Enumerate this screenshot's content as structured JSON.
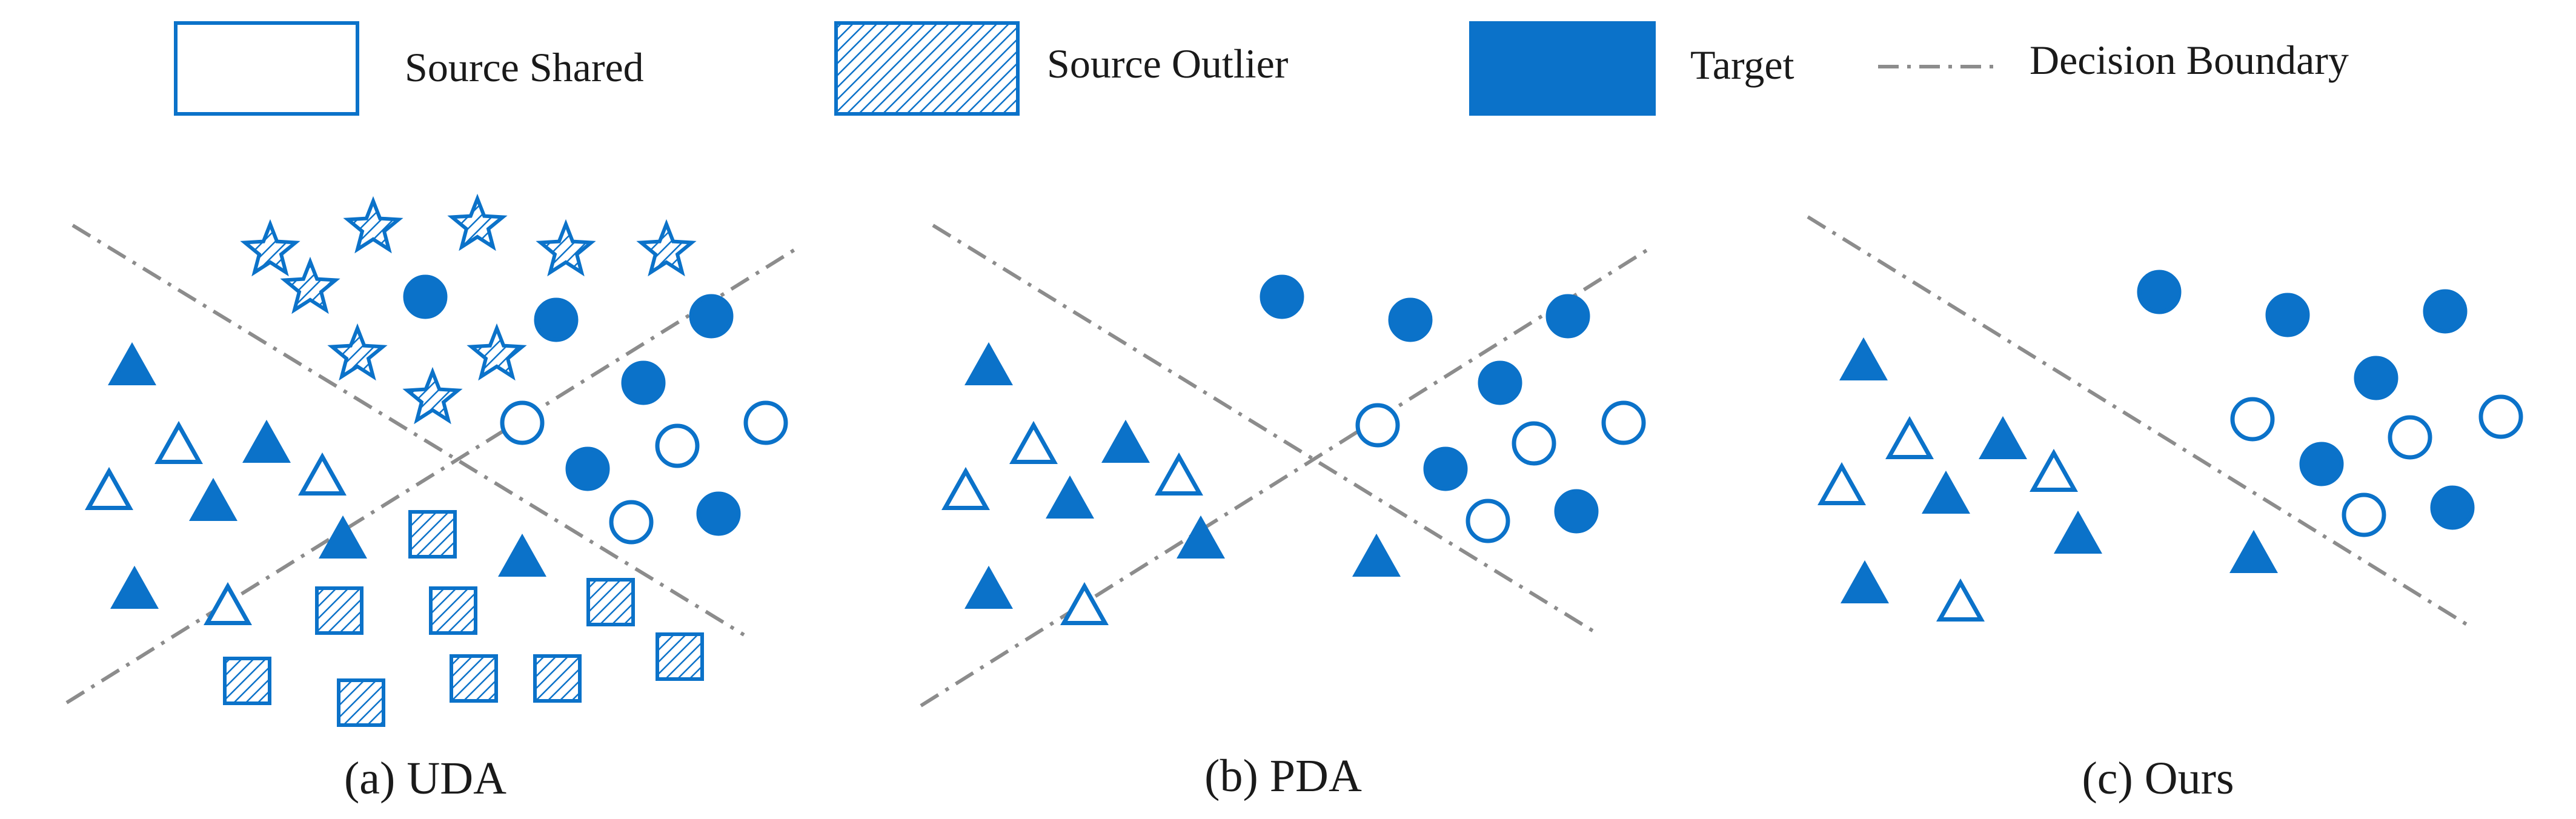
{
  "colors": {
    "accent": "#0b72c9",
    "boundary": "#8c8c8c",
    "background": "#ffffff"
  },
  "legend": {
    "source_shared": "Source Shared",
    "source_outlier": "Source Outlier",
    "target": "Target",
    "decision_boundary": "Decision Boundary"
  },
  "panels": {
    "uda": {
      "caption": "(a) UDA"
    },
    "pda": {
      "caption": "(b) PDA"
    },
    "ours": {
      "caption": "(c) Ours"
    }
  },
  "shape_icons": [
    "triangle-icon",
    "circle-icon",
    "star-icon",
    "hatched-square-icon"
  ]
}
